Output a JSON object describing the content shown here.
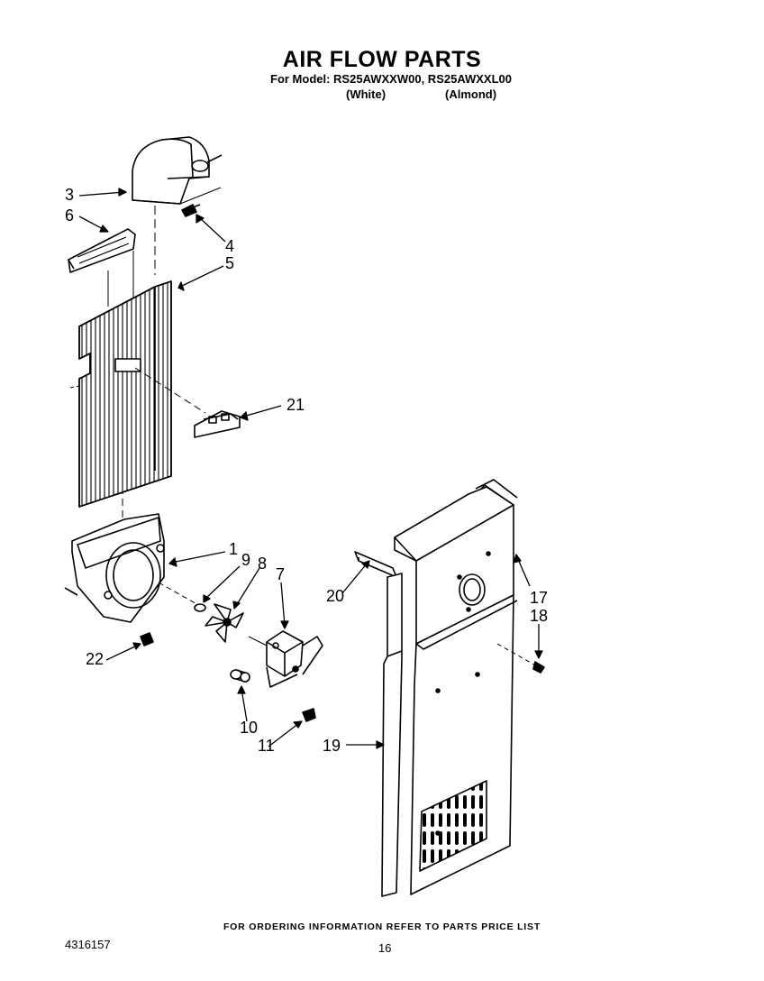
{
  "header": {
    "title": "AIR FLOW PARTS",
    "subtitle": "For Model: RS25AWXXW00, RS25AWXXL00",
    "variant_white": "(White)",
    "variant_almond": "(Almond)"
  },
  "callouts": {
    "c1": "1",
    "c3": "3",
    "c4": "4",
    "c5": "5",
    "c6": "6",
    "c7": "7",
    "c8": "8",
    "c9": "9",
    "c10": "10",
    "c11": "11",
    "c17": "17",
    "c18": "18",
    "c19": "19",
    "c20": "20",
    "c21": "21",
    "c22": "22"
  },
  "footer": {
    "ordering_note": "FOR ORDERING INFORMATION REFER TO PARTS PRICE LIST",
    "doc_number": "4316157",
    "page_number": "16"
  }
}
